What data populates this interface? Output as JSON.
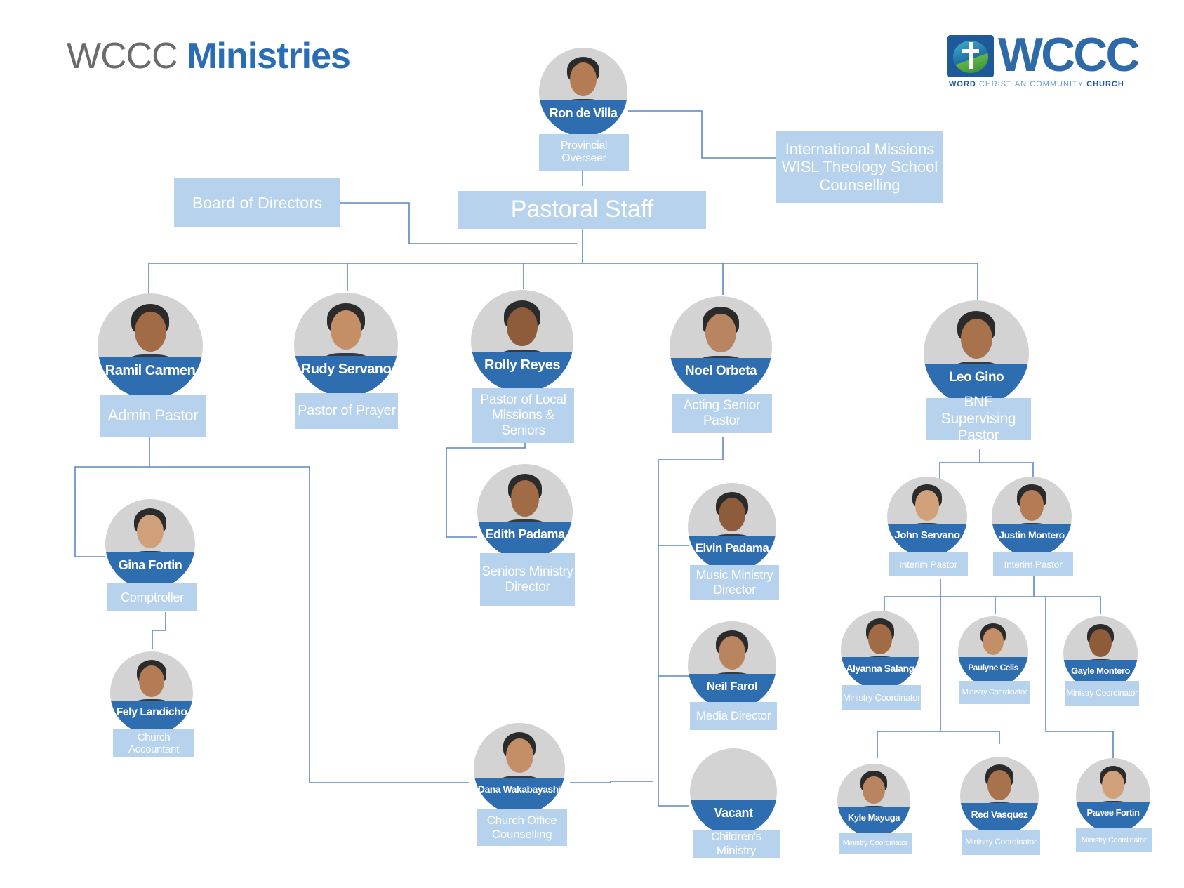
{
  "title": {
    "prefix": "WCCC",
    "accent": "Ministries"
  },
  "logo": {
    "word": "WCCC",
    "sub_left": "WORD",
    "sub_mid": "CHRISTIAN COMMUNITY",
    "sub_right": "CHURCH"
  },
  "colors": {
    "band": "#2f6db1",
    "box": "#b7d2ec",
    "line": "#5f86c4"
  },
  "boxes": {
    "board": "Board of Directors",
    "pastoral": "Pastoral Staff",
    "international": [
      "International Missions",
      "WISL Theology School",
      "Counselling"
    ]
  },
  "people": {
    "ron": {
      "name": "Ron de Villa",
      "role": [
        "Provincial",
        "Overseer"
      ]
    },
    "ramil": {
      "name": "Ramil Carmen",
      "role": [
        "Admin Pastor"
      ]
    },
    "rudy": {
      "name": "Rudy Servano",
      "role": [
        "Pastor of Prayer"
      ]
    },
    "rolly": {
      "name": "Rolly Reyes",
      "role": [
        "Pastor of Local",
        "Missions & Seniors"
      ]
    },
    "noel": {
      "name": "Noel Orbeta",
      "role": [
        "Acting Senior",
        "Pastor"
      ]
    },
    "leo": {
      "name": "Leo Gino",
      "role": [
        "BNF Supervising",
        "Pastor"
      ]
    },
    "gina": {
      "name": "Gina Fortin",
      "role": [
        "Comptroller"
      ]
    },
    "fely": {
      "name": "Fely Landicho",
      "role": [
        "Church",
        "Accountant"
      ]
    },
    "edith": {
      "name": "Edith Padama",
      "role": [
        "Seniors Ministry",
        "Director"
      ]
    },
    "dana": {
      "name": "Dana Wakabayashi",
      "role": [
        "Church Office",
        "Counselling"
      ]
    },
    "elvin": {
      "name": "Elvin Padama",
      "role": [
        "Music Ministry",
        "Director"
      ]
    },
    "neil": {
      "name": "Neil Farol",
      "role": [
        "Media Director"
      ]
    },
    "vacant": {
      "name": "Vacant",
      "role": [
        "Children's Ministry"
      ]
    },
    "john": {
      "name": "John Servano",
      "role": [
        "Interim Pastor"
      ]
    },
    "justin": {
      "name": "Justin Montero",
      "role": [
        "Interim Pastor"
      ]
    },
    "alyanna": {
      "name": "Alyanna Salang",
      "role": [
        "Ministry Coordinator"
      ]
    },
    "paulyne": {
      "name": "Paulyne Celis",
      "role": [
        "Ministry Coordinator"
      ]
    },
    "gayle": {
      "name": "Gayle Montero",
      "role": [
        "Ministry Coordinator"
      ]
    },
    "kyle": {
      "name": "Kyle Mayuga",
      "role": [
        "Ministry Coordinator"
      ]
    },
    "red": {
      "name": "Red Vasquez",
      "role": [
        "Ministry Coordinator"
      ]
    },
    "pawee": {
      "name": "Pawee Fortin",
      "role": [
        "Ministry Coordinator"
      ]
    }
  }
}
